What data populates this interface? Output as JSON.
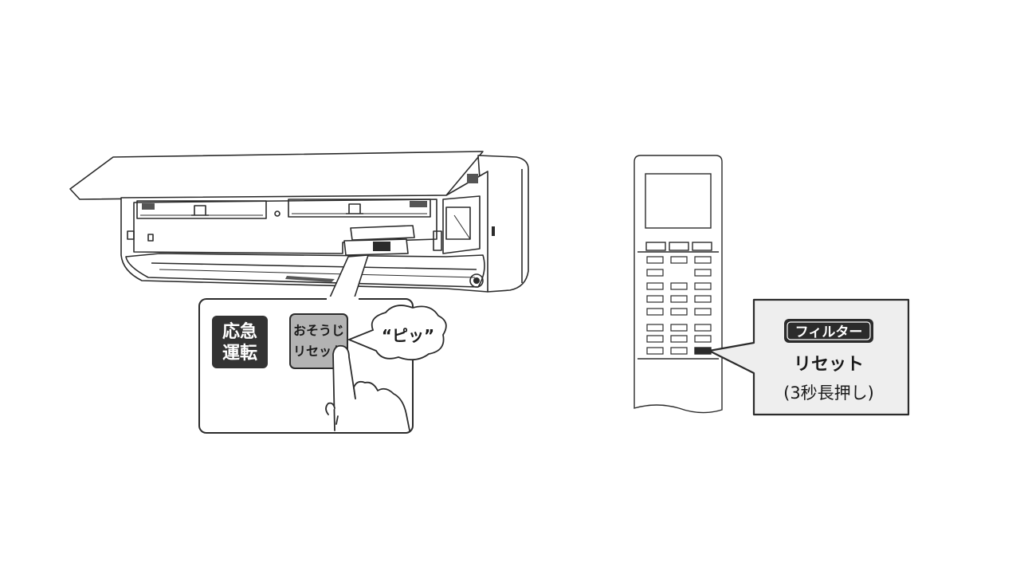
{
  "indoor_unit": {
    "emergency_button_label_line1": "応急",
    "emergency_button_label_line2": "運転",
    "cleaning_reset_label_line1": "おそうじ",
    "cleaning_reset_label_line2": "リセット",
    "beep_text": "“ピッ”"
  },
  "remote_control": {
    "filter_badge": "フィルター",
    "reset_label": "リセット",
    "hold_note": "(3秒長押し)"
  },
  "colors": {
    "ink": "#2b2b2b",
    "button_dark": "#333333",
    "button_gray": "#b3b3b3",
    "callout_fill": "#eeeeee"
  }
}
